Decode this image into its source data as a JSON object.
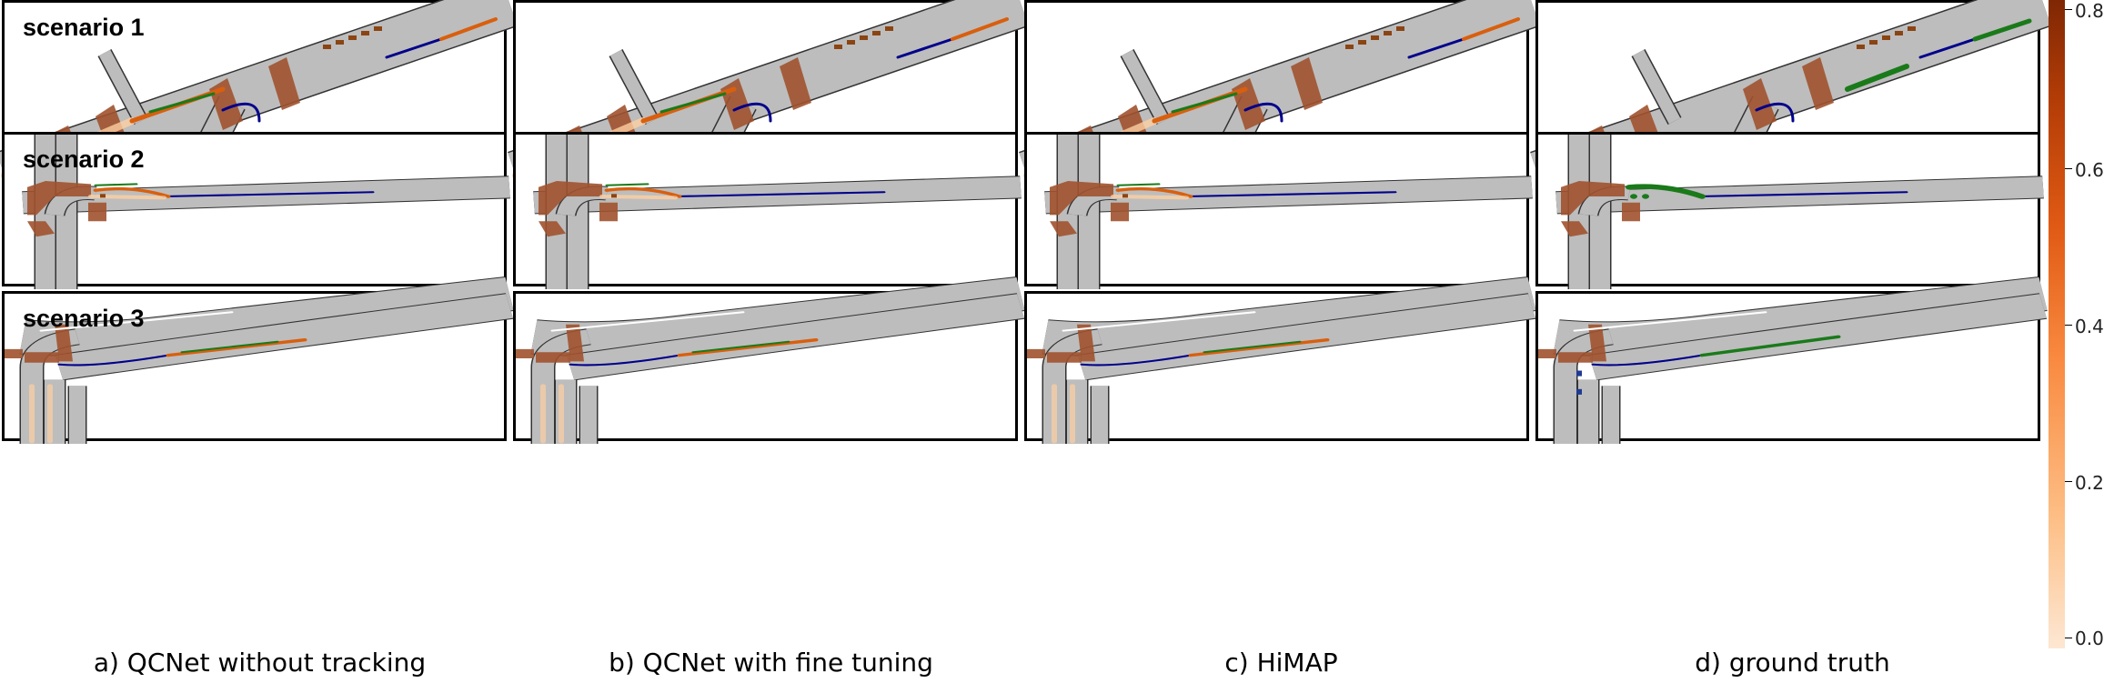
{
  "rows": [
    {
      "label": "scenario 1"
    },
    {
      "label": "scenario 2"
    },
    {
      "label": "scenario 3"
    }
  ],
  "columns": [
    {
      "caption": "a) QCNet without tracking",
      "shows_predictions": true
    },
    {
      "caption": "b) QCNet with fine tuning",
      "shows_predictions": true
    },
    {
      "caption": "c) HiMAP",
      "shows_predictions": true
    },
    {
      "caption": "d) ground truth",
      "shows_predictions": false
    }
  ],
  "colorbar": {
    "ticks": [
      "0.8",
      "0.6",
      "0.4",
      "0.2",
      "0.0"
    ],
    "colors": [
      "#fde7d3",
      "#fdbf86",
      "#f9893f",
      "#e05a14",
      "#b23c06",
      "#7f2704"
    ]
  },
  "colors": {
    "road": "#bdbdbd",
    "road_edge": "#333333",
    "crosswalk": "#a0522d",
    "history": "#00008b",
    "ground_truth": "#1a7a1a",
    "prediction_high": "#d95f0e",
    "prediction_low": "#fdd0a2"
  }
}
